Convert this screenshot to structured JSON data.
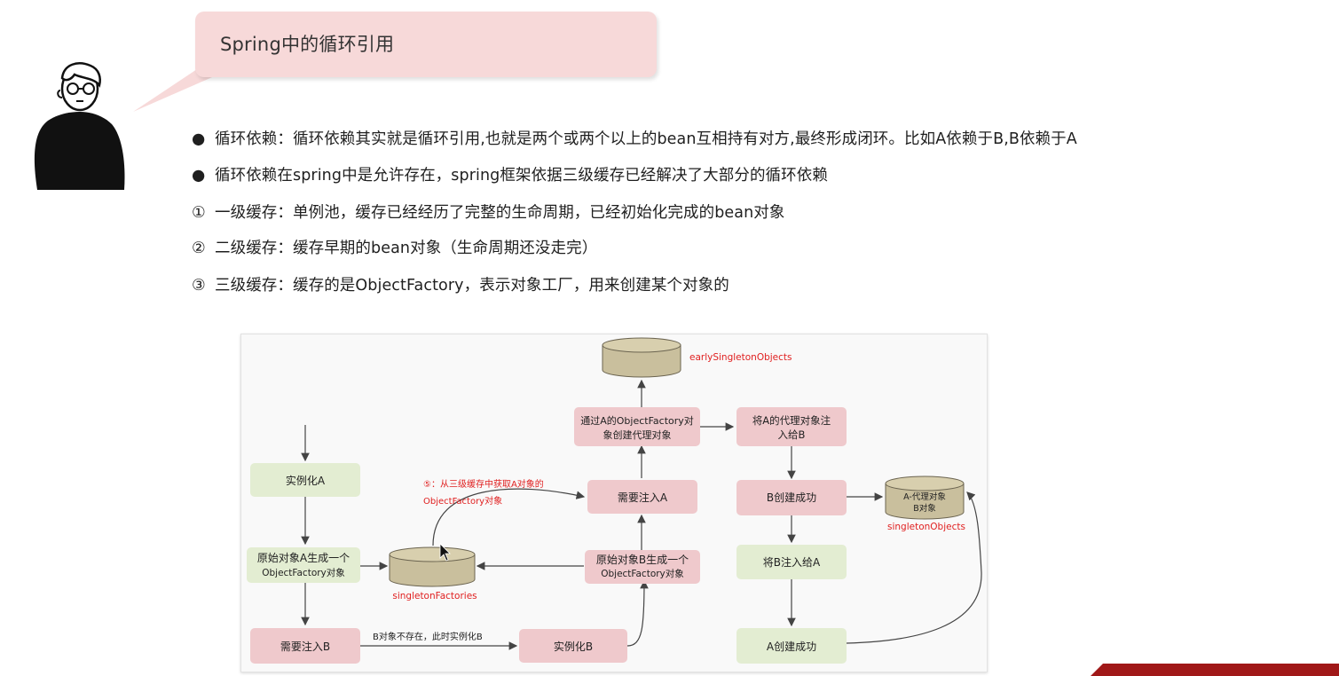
{
  "header": {
    "title": "Spring中的循环引用"
  },
  "content": {
    "bullets": [
      {
        "marker": "●",
        "text": "循环依赖：循环依赖其实就是循环引用,也就是两个或两个以上的bean互相持有对方,最终形成闭环。比如A依赖于B,B依赖于A"
      },
      {
        "marker": "●",
        "text": "循环依赖在spring中是允许存在，spring框架依据三级缓存已经解决了大部分的循环依赖"
      },
      {
        "marker": "①",
        "text": "一级缓存：单例池，缓存已经经历了完整的生命周期，已经初始化完成的bean对象"
      },
      {
        "marker": "②",
        "text": "二级缓存：缓存早期的bean对象（生命周期还没走完）"
      },
      {
        "marker": "③",
        "text": "三级缓存：缓存的是ObjectFactory，表示对象工厂，用来创建某个对象的"
      }
    ]
  },
  "diagram": {
    "boxes": {
      "instantiate_a": "实例化A",
      "factory_a_line1": "原始对象A生成一个",
      "factory_a_line2": "ObjectFactory对象",
      "need_inject_b": "需要注入B",
      "instantiate_b": "实例化B",
      "factory_b_line1": "原始对象B生成一个",
      "factory_b_line2": "ObjectFactory对象",
      "need_inject_a": "需要注入A",
      "proxy_line1": "通过A的ObjectFactory对",
      "proxy_line2": "象创建代理对象",
      "inject_proxy_line1": "将A的代理对象注",
      "inject_proxy_line2": "入给B",
      "b_created": "B创建成功",
      "inject_b_to_a": "将B注入给A",
      "a_created": "A创建成功"
    },
    "caches": {
      "early": "earlySingletonObjects",
      "factories": "singletonFactories",
      "singleton": "singletonObjects",
      "singleton_content_line1": "A-代理对象",
      "singleton_content_line2": "B对象"
    },
    "edge_labels": {
      "b_not_exist": "B对象不存在，此时实例化B",
      "step5_line1": "⑤：从三级缓存中获取A对象的",
      "step5_line2": "ObjectFactory对象"
    },
    "colors": {
      "green_box": "#e3edd2",
      "pink_box": "#efc9cc",
      "cylinder": "#c9bf9d",
      "label_red": "#e02020"
    }
  }
}
